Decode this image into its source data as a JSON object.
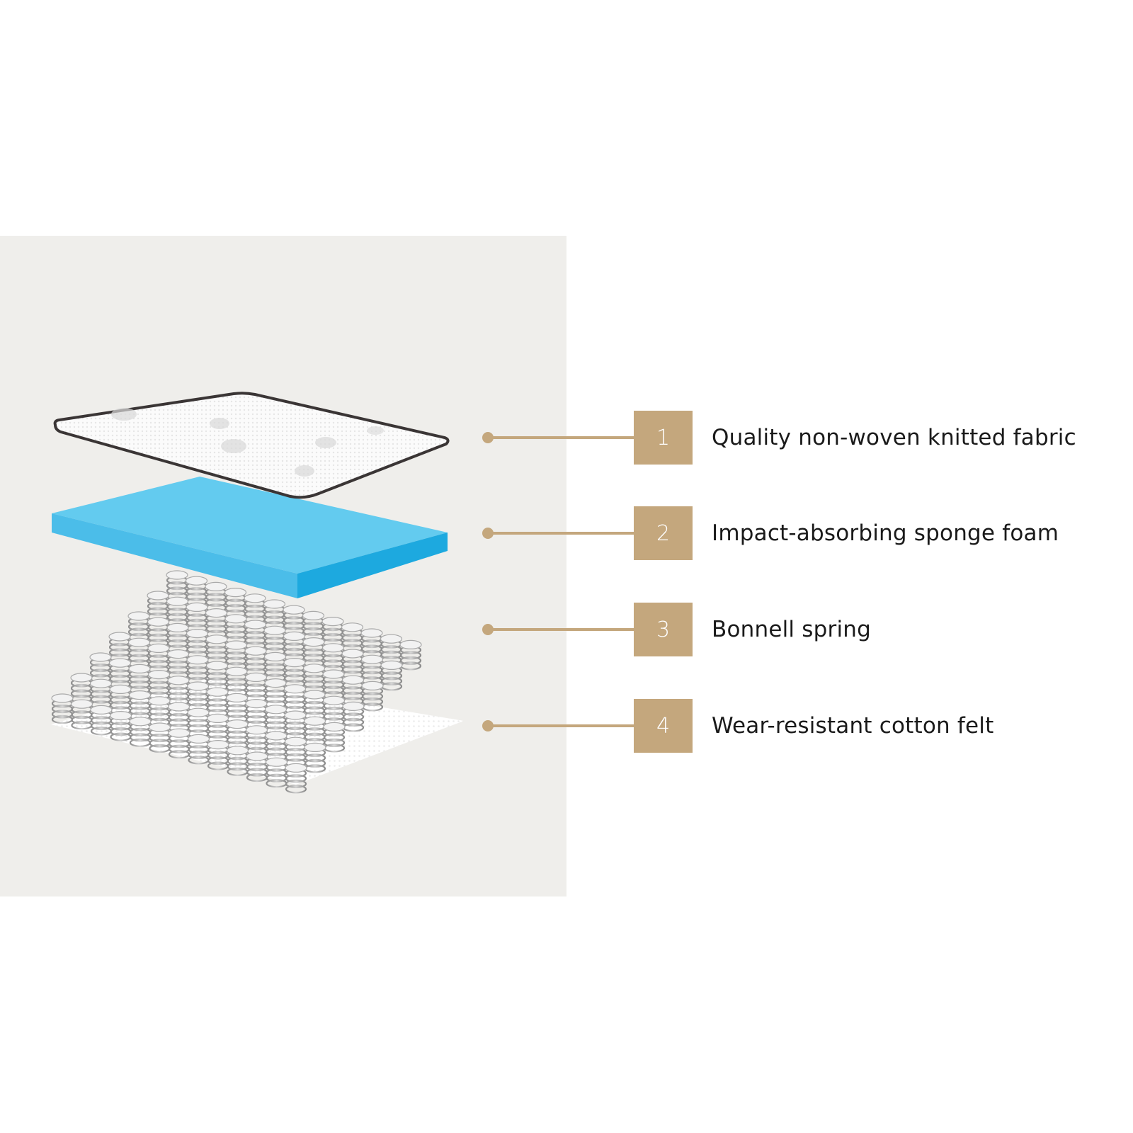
{
  "colors": {
    "panel_bg": "#efeeeb",
    "accent_gold": "#c4a77d",
    "foam_blue": "#5fc9ef",
    "foam_blue_dark": "#1fa8df",
    "fabric_edge": "#3a3535",
    "text": "#1a1a1a"
  },
  "layers": [
    {
      "number": "1",
      "label": "Quality non-woven knitted fabric",
      "icon": "knitted-fabric-layer"
    },
    {
      "number": "2",
      "label": "Impact-absorbing sponge foam",
      "icon": "sponge-foam-layer"
    },
    {
      "number": "3",
      "label": "Bonnell spring",
      "icon": "bonnell-spring-layer"
    },
    {
      "number": "4",
      "label": "Wear-resistant cotton felt",
      "icon": "cotton-felt-layer"
    }
  ]
}
